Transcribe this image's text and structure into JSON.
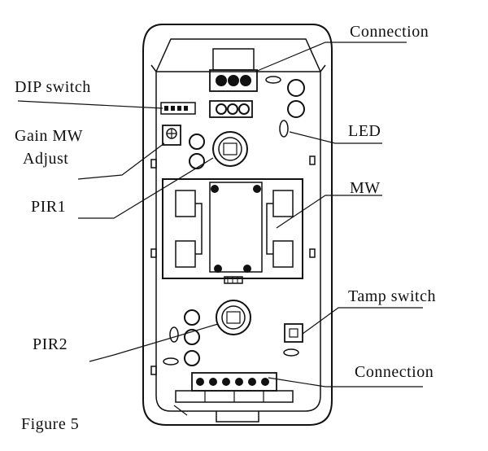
{
  "labels": {
    "connection_top": "Connection",
    "dip_switch": "DIP switch",
    "gain_mw_line1": "Gain MW",
    "gain_mw_line2": "Adjust",
    "led": "LED",
    "pir1": "PIR1",
    "mw": "MW",
    "tamp_switch": "Tamp switch",
    "pir2": "PIR2",
    "connection_bottom": "Connection",
    "figure_caption": "Figure 5"
  }
}
